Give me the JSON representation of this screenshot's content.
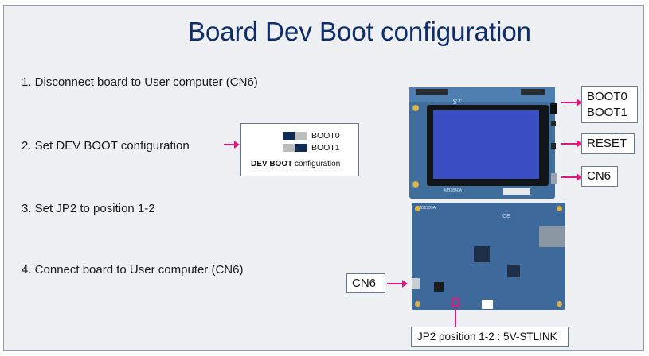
{
  "title": "Board Dev Boot configuration",
  "steps": [
    {
      "label": "1.   Disconnect board to User computer (CN6)"
    },
    {
      "label": "2.  Set DEV BOOT configuration"
    },
    {
      "label": "3.  Set JP2 to position 1-2"
    },
    {
      "label": "4.  Connect board to User computer (CN6)"
    }
  ],
  "boot_box": {
    "boot0": "BOOT0",
    "boot1": "BOOT1",
    "caption_bold": "DEV  BOOT",
    "caption_rest": " configuration"
  },
  "callouts": {
    "boot0": "BOOT0",
    "boot1": "BOOT1",
    "reset": "RESET",
    "cn6_top": "CN6",
    "cn6_bottom": "CN6",
    "jp2": "JP2 position 1-2 : 5V-STLINK"
  },
  "board_silk": {
    "top_label": "MB1840A",
    "bottom_label": "MB1939A"
  },
  "colors": {
    "title": "#0d2d6b",
    "arrow": "#e0197d",
    "board": "#3d6a9a",
    "screen": "#3a4fc4"
  }
}
